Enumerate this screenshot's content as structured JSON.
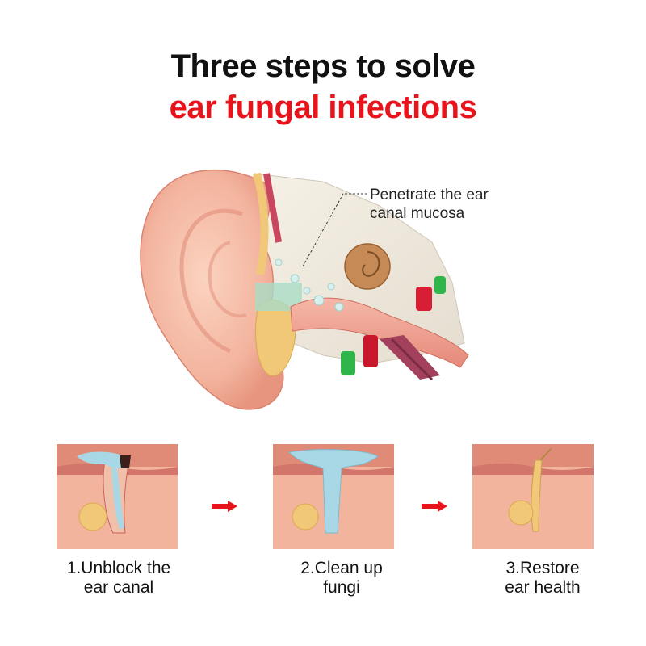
{
  "header": {
    "line1": "Three steps to solve",
    "line2": "ear fungal infections",
    "line2_color": "#e8141c"
  },
  "callout": {
    "line1": "Penetrate the ear",
    "line2": "canal mucosa"
  },
  "steps": [
    {
      "line1": "1.Unblock the",
      "line2": "ear canal"
    },
    {
      "line1": "2.Clean up",
      "line2": "fungi"
    },
    {
      "line1": "3.Restore",
      "line2": "ear health"
    }
  ],
  "colors": {
    "skin": "#f3b49e",
    "skin_dark": "#e08b77",
    "arrow": "#e8141c",
    "fungus": "#a8d8e6",
    "gland": "#f0c878"
  }
}
